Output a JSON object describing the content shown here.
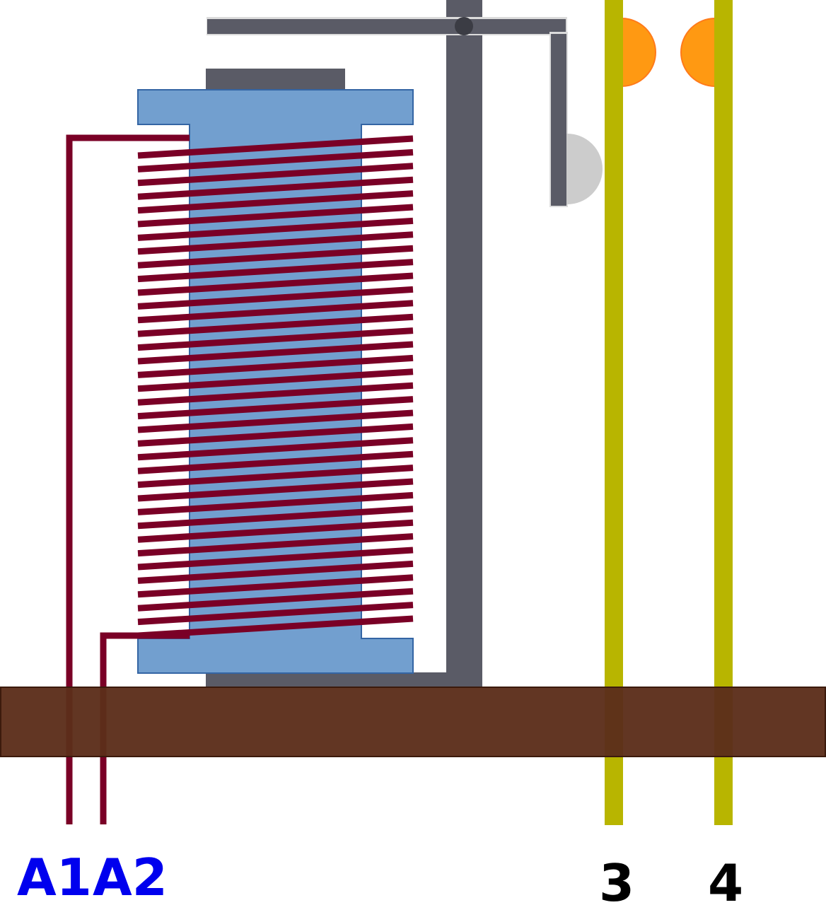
{
  "terminals": {
    "coil_a1": "A1",
    "coil_a2": "A2",
    "contact_3": "3",
    "contact_4": "4"
  },
  "colors": {
    "coil_label": "#0000ee",
    "contact_label": "#000000",
    "bobbin": "#729fcf",
    "bobbin_outline": "#3465a4",
    "winding": "#7a0026",
    "iron": "#5a5b66",
    "base": "#5c2e1a",
    "contact_strip": "#b8b500",
    "contact_tip": "#ff9912",
    "armature_pad": "#cccccc"
  }
}
